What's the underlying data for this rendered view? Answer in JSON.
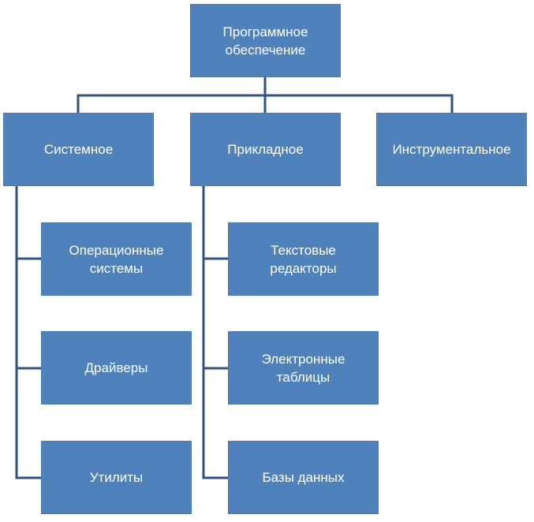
{
  "colors": {
    "node_fill": "#4f81bd",
    "connector": "#2e5283",
    "text": "#ffffff"
  },
  "root": {
    "label": "Программное\nобеспечение"
  },
  "categories": [
    {
      "label": "Системное",
      "children": [
        "Операционные\nсистемы",
        "Драйверы",
        "Утилиты"
      ]
    },
    {
      "label": "Прикладное",
      "children": [
        "Текстовые\nредакторы",
        "Электронные\nтаблицы",
        "Базы данных"
      ]
    },
    {
      "label": "Инструментальное",
      "children": []
    }
  ]
}
